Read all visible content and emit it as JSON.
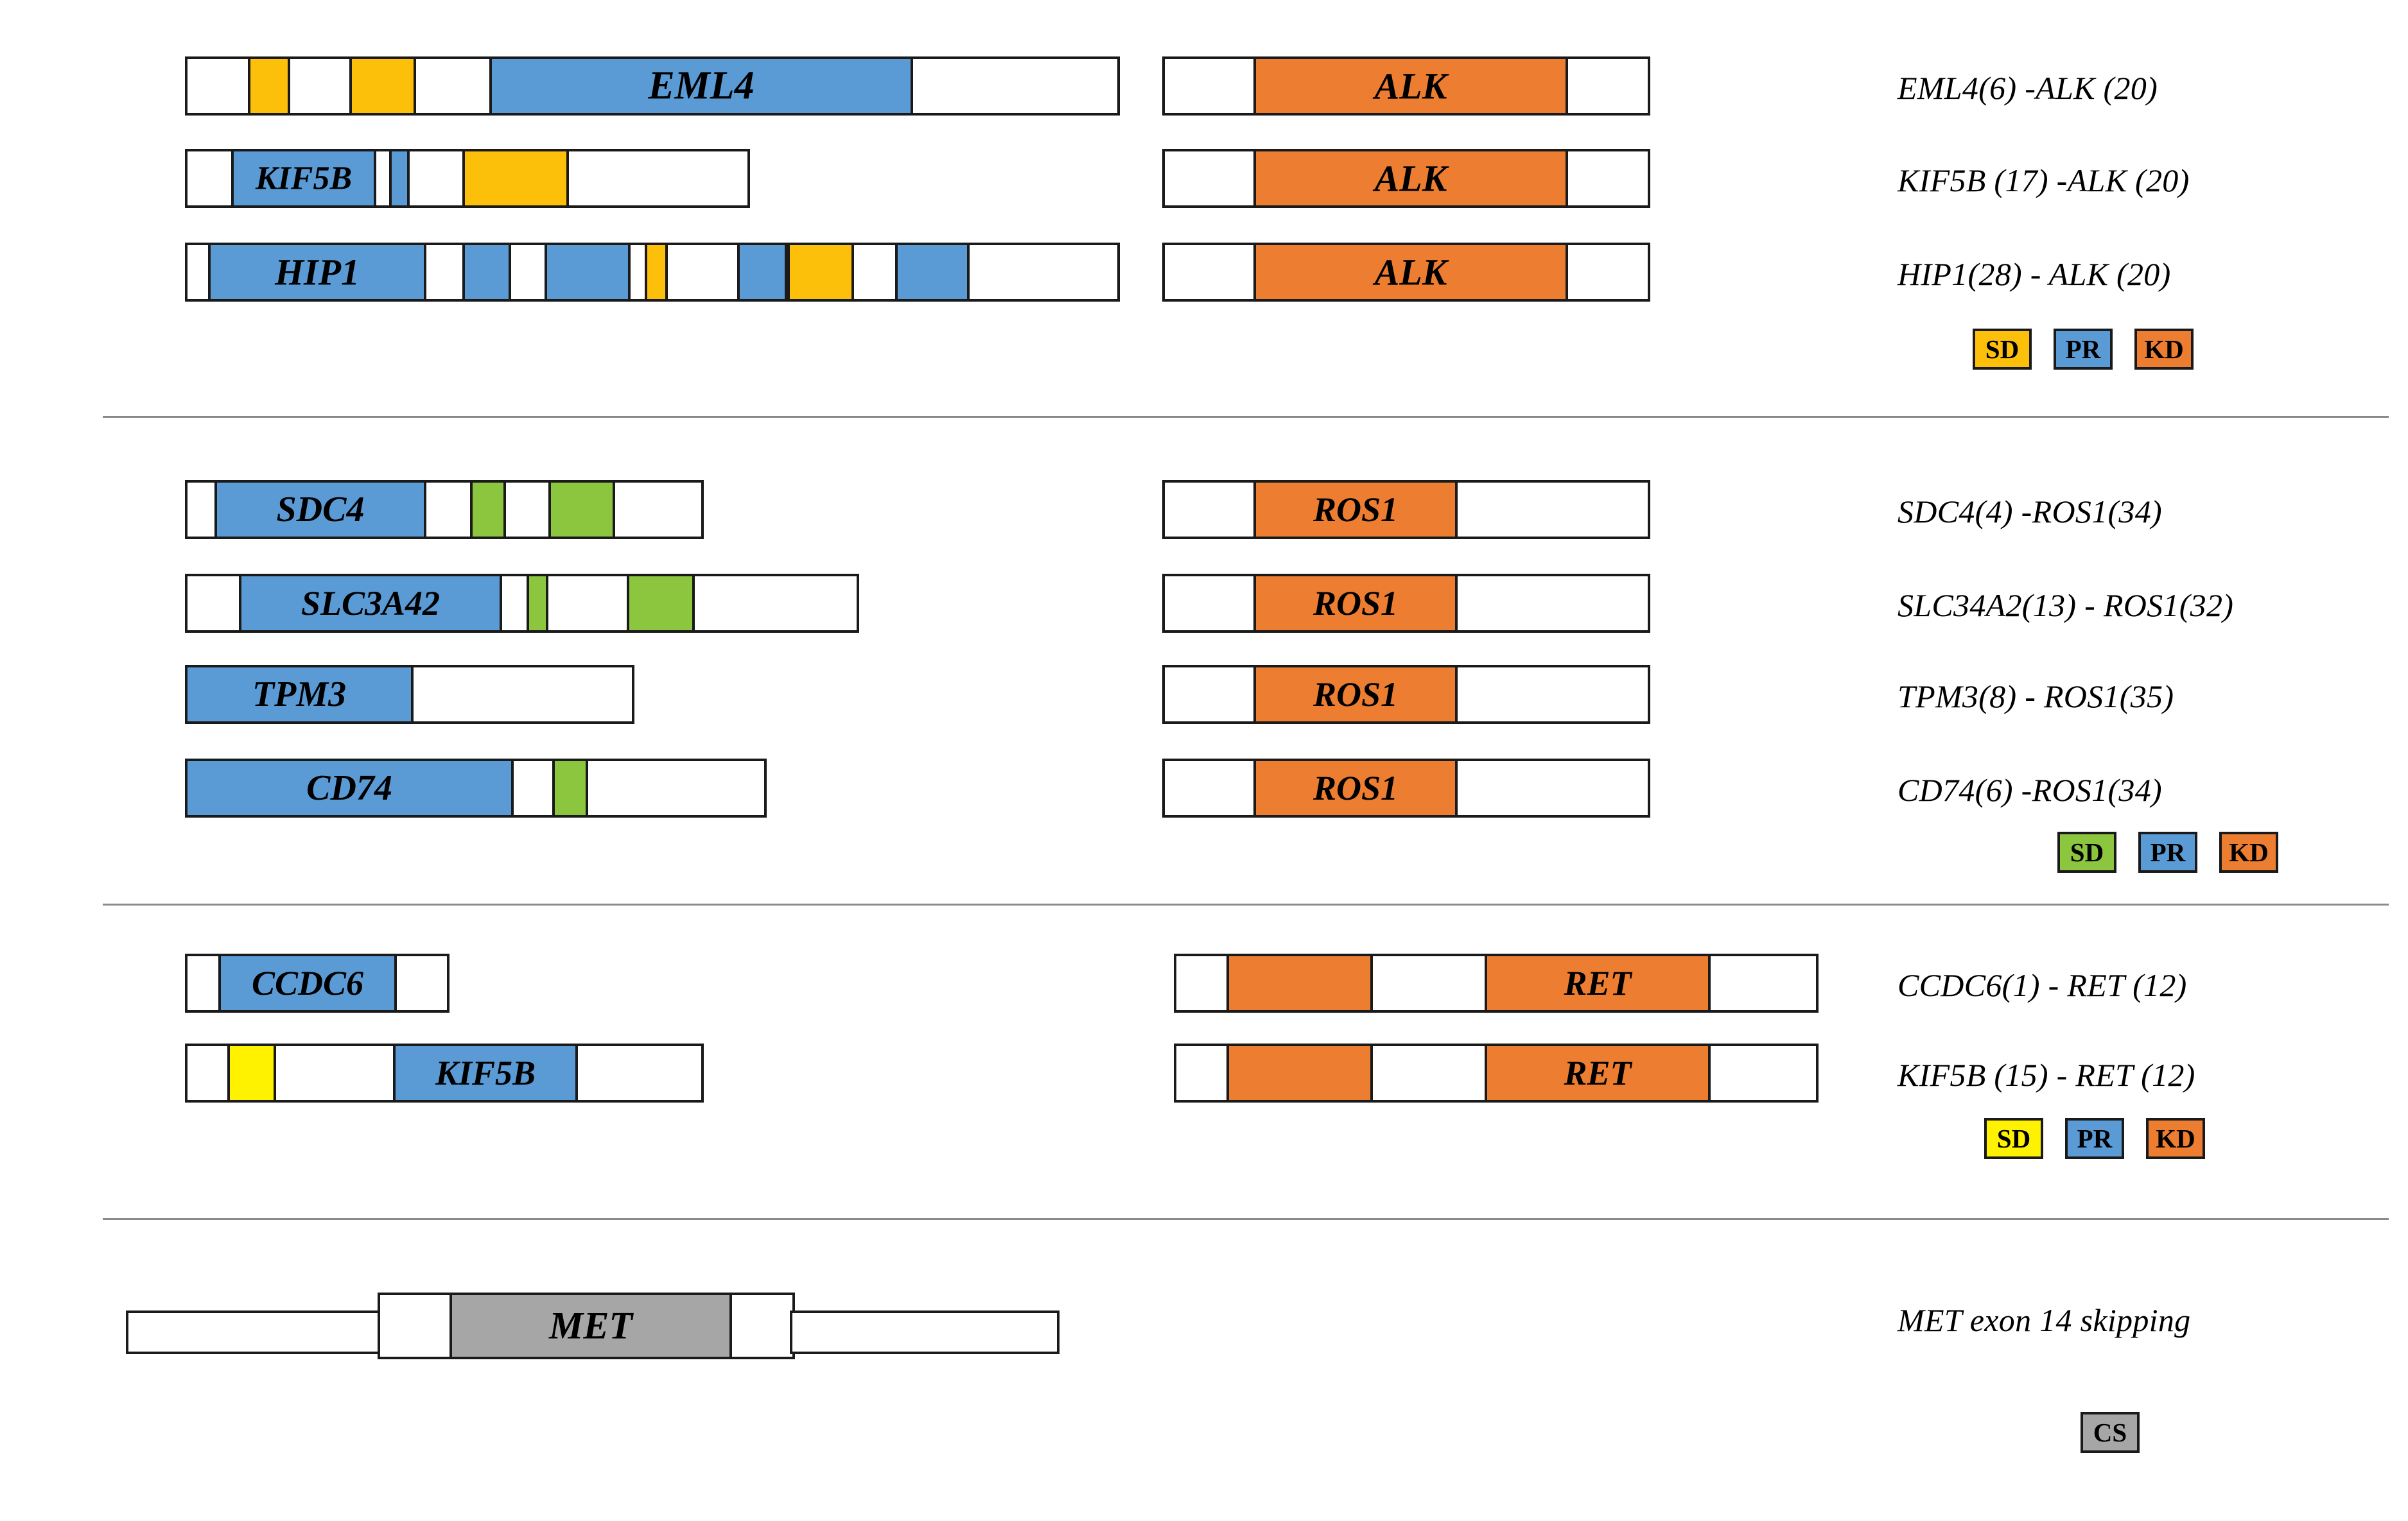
{
  "figure": {
    "title": "Oncogenic fusion gene and exon-skipping schematics",
    "colors": {
      "partner_blue": "#5B9BD5",
      "kinase_orange": "#ED7D31",
      "sd_amber": "#FCC00A",
      "sd_green": "#8CC63E",
      "sd_yellow": "#FFF200",
      "cs_gray": "#A6A6A6",
      "outline": "#1A1A1A",
      "separator": "#8A8A8A",
      "background": "#FFFFFF"
    }
  },
  "panels": [
    {
      "id": "alk",
      "rows": [
        {
          "partner_gene": "EML4",
          "kinase_gene": "ALK",
          "caption": "EML4(6) -ALK (20)",
          "caption_parts": {
            "partner": "EML4",
            "partner_exon": "(6)",
            "dash": "-",
            "kinase": "ALK",
            "kinase_exon": "(20)"
          }
        },
        {
          "partner_gene": "KIF5B",
          "kinase_gene": "ALK",
          "caption": "KIF5B (17) -ALK (20)",
          "caption_parts": {
            "partner": "KIF5B",
            "partner_exon": "(17)",
            "dash": "-",
            "kinase": "ALK",
            "kinase_exon": "(20)"
          }
        },
        {
          "partner_gene": "HIP1",
          "kinase_gene": "ALK",
          "caption": "HIP1(28) - ALK (20)",
          "caption_parts": {
            "partner": "HIP1",
            "partner_exon": "(28)",
            "dash": "-",
            "kinase": "ALK",
            "kinase_exon": "(20)"
          }
        }
      ],
      "legend": [
        {
          "code": "SD",
          "color": "#FCC00A"
        },
        {
          "code": "PR",
          "color": "#5B9BD5"
        },
        {
          "code": "KD",
          "color": "#ED7D31"
        }
      ]
    },
    {
      "id": "ros1",
      "rows": [
        {
          "partner_gene": "SDC4",
          "kinase_gene": "ROS1",
          "caption": "SDC4(4) -ROS1(34)",
          "caption_parts": {
            "partner": "SDC4",
            "partner_exon": "(4)",
            "dash": "-",
            "kinase": "ROS1",
            "kinase_exon": "(34)"
          }
        },
        {
          "partner_gene": "SLC3A42",
          "kinase_gene": "ROS1",
          "caption": "SLC34A2(13) - ROS1(32)",
          "caption_parts": {
            "partner": "SLC34A2",
            "partner_exon": "(13)",
            "dash": "-",
            "kinase": "ROS1",
            "kinase_exon": "(32)"
          }
        },
        {
          "partner_gene": "TPM3",
          "kinase_gene": "ROS1",
          "caption": "TPM3(8) - ROS1(35)",
          "caption_parts": {
            "partner": "TPM3",
            "partner_exon": "(8)",
            "dash": "-",
            "kinase": "ROS1",
            "kinase_exon": "(35)"
          }
        },
        {
          "partner_gene": "CD74",
          "kinase_gene": "ROS1",
          "caption": "CD74(6) -ROS1(34)",
          "caption_parts": {
            "partner": "CD74",
            "partner_exon": "(6)",
            "dash": "-",
            "kinase": "ROS1",
            "kinase_exon": "(34)"
          }
        }
      ],
      "legend": [
        {
          "code": "SD",
          "color": "#8CC63E"
        },
        {
          "code": "PR",
          "color": "#5B9BD5"
        },
        {
          "code": "KD",
          "color": "#ED7D31"
        }
      ]
    },
    {
      "id": "ret",
      "rows": [
        {
          "partner_gene": "CCDC6",
          "kinase_gene": "RET",
          "caption": "CCDC6(1) - RET (12)",
          "caption_parts": {
            "partner": "CCDC6",
            "partner_exon": "(1)",
            "dash": "-",
            "kinase": "RET",
            "kinase_exon": "(12)"
          }
        },
        {
          "partner_gene": "KIF5B",
          "kinase_gene": "RET",
          "caption": "KIF5B (15) - RET (12)",
          "caption_parts": {
            "partner": "KIF5B",
            "partner_exon": "(15)",
            "dash": "-",
            "kinase": "RET",
            "kinase_exon": "(12)"
          }
        }
      ],
      "legend": [
        {
          "code": "SD",
          "color": "#FFF200"
        },
        {
          "code": "PR",
          "color": "#5B9BD5"
        },
        {
          "code": "KD",
          "color": "#ED7D31"
        }
      ]
    },
    {
      "id": "met",
      "rows": [
        {
          "partner_gene": "MET",
          "kinase_gene": "",
          "caption": "MET exon 14 skipping",
          "caption_parts": {
            "gene": "MET",
            "rest": " exon 14 skipping"
          }
        }
      ],
      "legend": [
        {
          "code": "CS",
          "color": "#A6A6A6"
        }
      ]
    }
  ]
}
